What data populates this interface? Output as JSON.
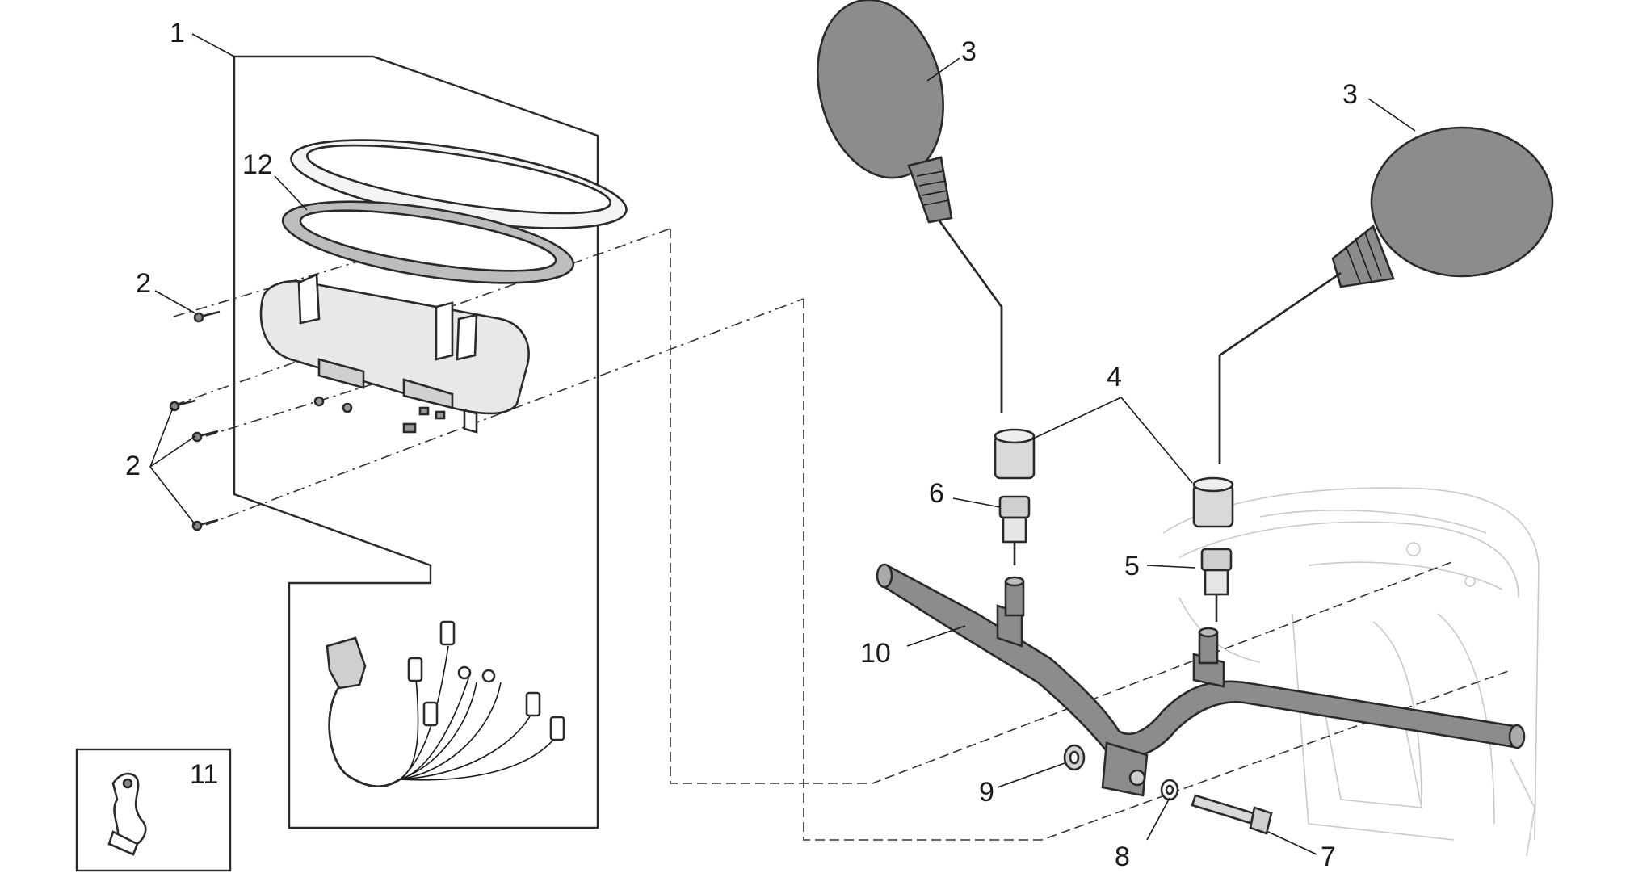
{
  "callouts": {
    "c1": "1",
    "c2a": "2",
    "c2b": "2",
    "c3a": "3",
    "c3b": "3",
    "c4": "4",
    "c5": "5",
    "c6": "6",
    "c7": "7",
    "c8": "8",
    "c9": "9",
    "c10": "10",
    "c11": "11",
    "c12": "12"
  },
  "colors": {
    "part_fill": "#8c8c8c",
    "part_fill_light": "#d9d9d9",
    "line": "#2a2a2a",
    "ghost_line": "#c9c9c9"
  }
}
